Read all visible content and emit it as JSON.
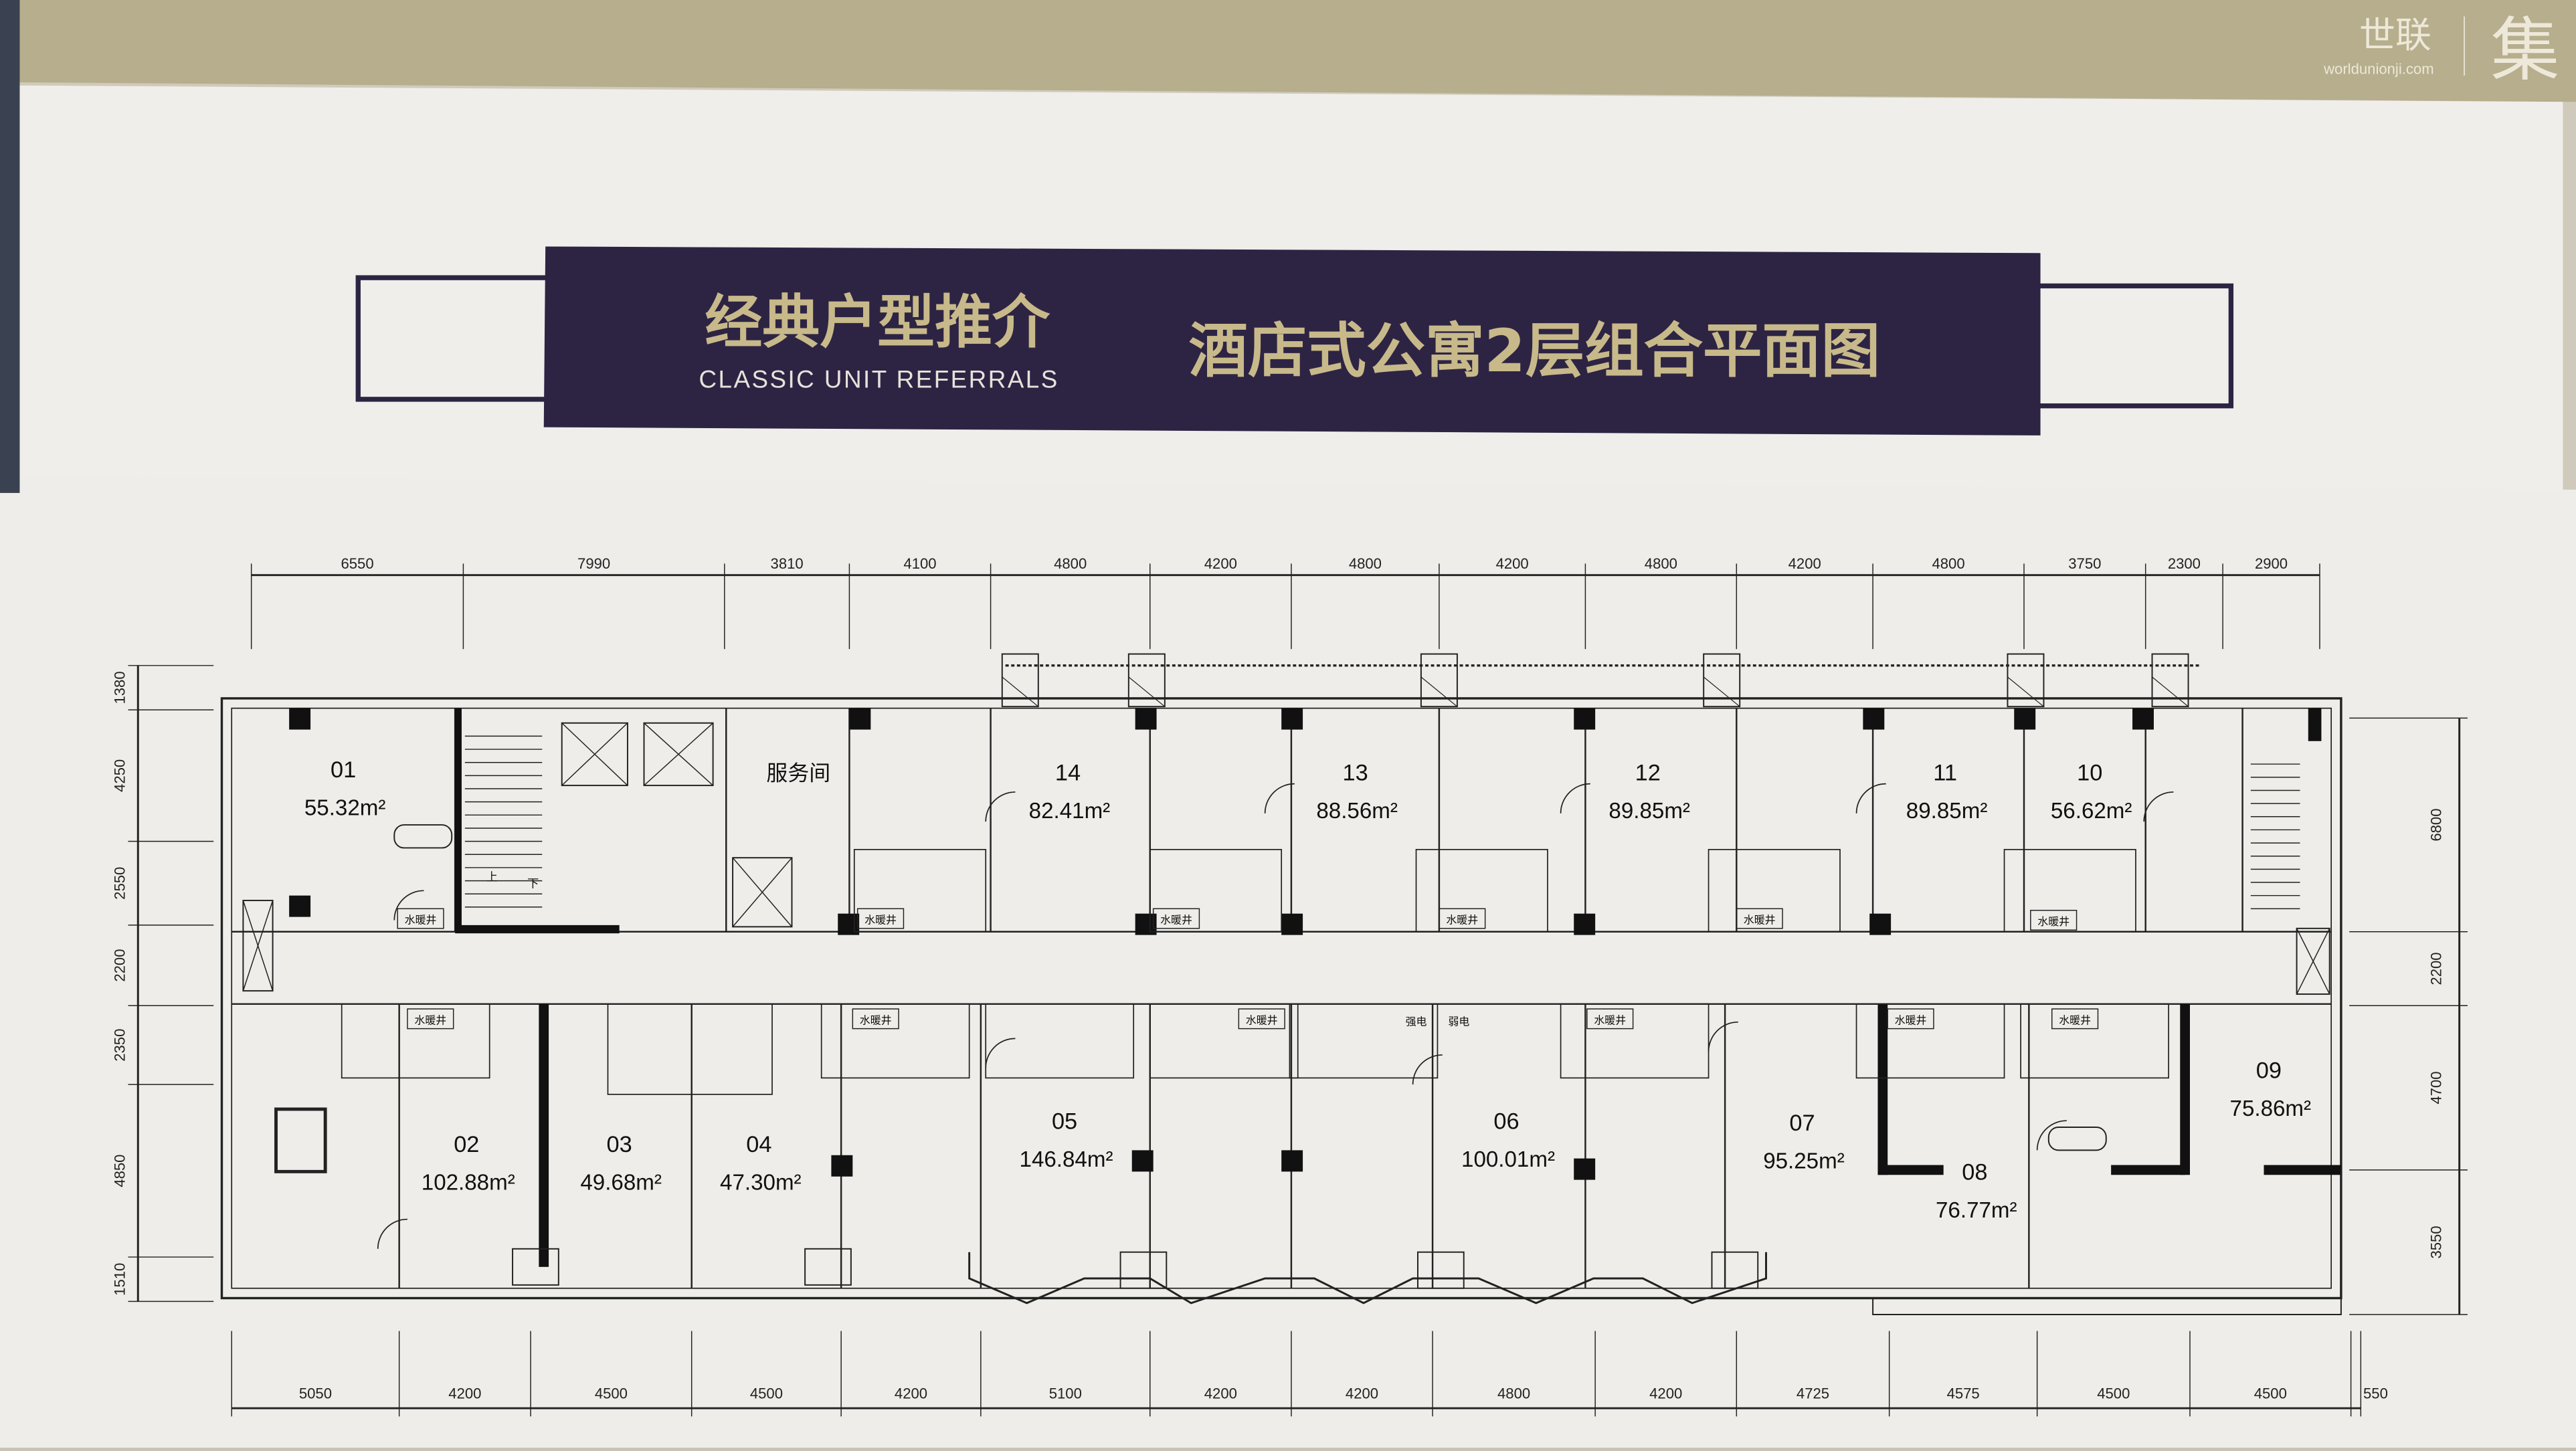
{
  "watermark": {
    "brand": "世联",
    "site": "worldunionji.com",
    "mark": "集"
  },
  "banner": {
    "title_cn": "经典户型推介",
    "title_en": "CLASSIC UNIT REFERRALS",
    "subtitle": "酒店式公寓2层组合平面图"
  },
  "plan": {
    "units": [
      {
        "id": "01",
        "area": "55.32m²"
      },
      {
        "id": "14",
        "area": "82.41m²"
      },
      {
        "id": "13",
        "area": "88.56m²"
      },
      {
        "id": "12",
        "area": "89.85m²"
      },
      {
        "id": "11",
        "area": "89.85m²"
      },
      {
        "id": "10",
        "area": "56.62m²"
      },
      {
        "id": "02",
        "area": "102.88m²"
      },
      {
        "id": "03",
        "area": "49.68m²"
      },
      {
        "id": "04",
        "area": "47.30m²"
      },
      {
        "id": "05",
        "area": "146.84m²"
      },
      {
        "id": "06",
        "area": "100.01m²"
      },
      {
        "id": "07",
        "area": "95.25m²"
      },
      {
        "id": "08",
        "area": "76.77m²"
      },
      {
        "id": "09",
        "area": "75.86m²"
      }
    ],
    "service_room": "服务间",
    "shaft_label": "水暖井",
    "strong_power": "强电",
    "weak_power": "弱电",
    "stair_up": "上",
    "stair_down": "下"
  },
  "dimensions": {
    "top": [
      "6550",
      "7990",
      "3810",
      "4100",
      "4800",
      "4200",
      "4800",
      "4200",
      "4800",
      "4200",
      "4800",
      "3750",
      "2300",
      "2900"
    ],
    "bottom": [
      "5050",
      "4200",
      "4500",
      "4500",
      "4200",
      "5100",
      "4200",
      "4200",
      "4800",
      "4200",
      "4725",
      "4575",
      "4500",
      "4500",
      "550"
    ],
    "left": [
      "1380",
      "4250",
      "2550",
      "2200",
      "2350",
      "4850",
      "1510"
    ],
    "right": [
      "6800",
      "2200",
      "4700",
      "3550"
    ]
  },
  "colors": {
    "banner": "#2d2444",
    "gold": "#c8b98a",
    "paper": "#eeede9",
    "band": "#b6ae8c"
  }
}
